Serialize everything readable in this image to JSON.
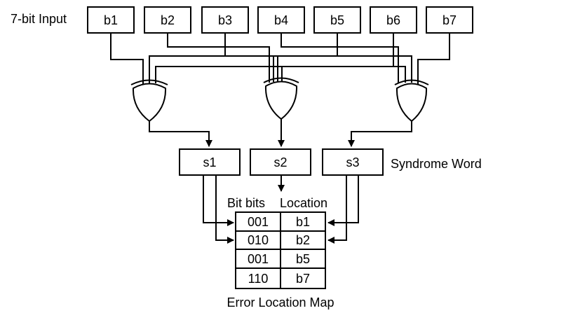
{
  "input": {
    "label": "7-bit Input",
    "bits": [
      "b1",
      "b2",
      "b3",
      "b4",
      "b5",
      "b6",
      "b7"
    ]
  },
  "gates": [
    "XOR",
    "XOR",
    "XOR"
  ],
  "syndrome": {
    "label": "Syndrome Word",
    "bits": [
      "s1",
      "s2",
      "s3"
    ]
  },
  "map": {
    "caption": "Error Location Map",
    "header_bits": "Bit bits",
    "header_location": "Location",
    "rows": [
      {
        "bits": "001",
        "location": "b1"
      },
      {
        "bits": "010",
        "location": "b2"
      },
      {
        "bits": "001",
        "location": "b5"
      },
      {
        "bits": "110",
        "location": "b7"
      }
    ]
  }
}
